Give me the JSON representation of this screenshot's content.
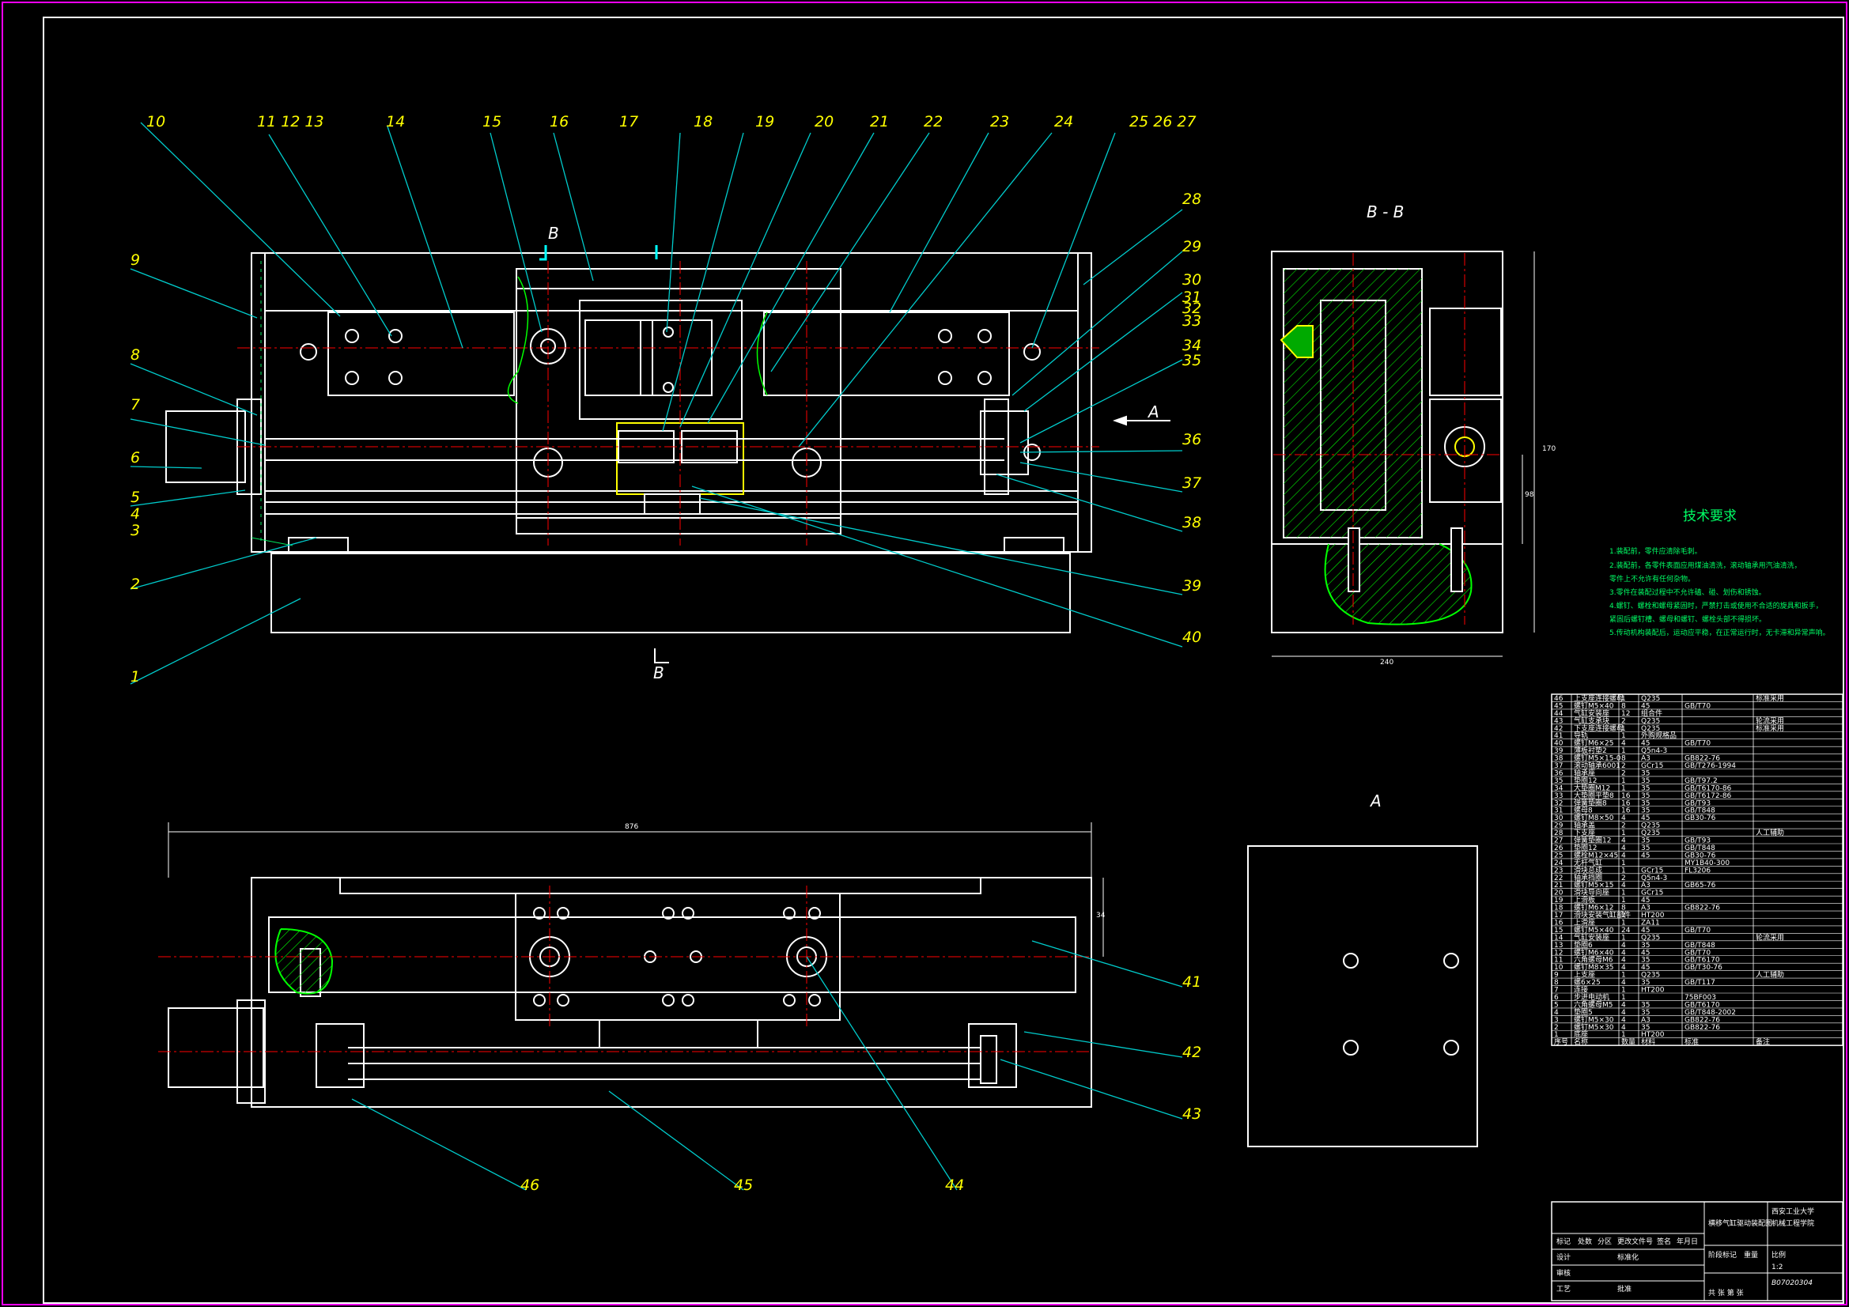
{
  "drawing": {
    "section_label": "B - B",
    "view_a_label": "A",
    "arrow_a": "A",
    "section_b_top": "B",
    "section_b_bottom": "B",
    "tech_title": "技术要求",
    "tech_notes": [
      "1.装配前，零件应清除毛刺。",
      "2.装配前，各零件表面应用煤油清洗，滚动轴承用汽油清洗，",
      "  零件上不允许有任何杂物。",
      "3.零件在装配过程中不允许磕、碰、划伤和锈蚀。",
      "4.螺钉、螺栓和螺母紧固时，严禁打击或使用不合适的旋具和扳手，",
      "  紧固后螺钉槽、螺母和螺钉、螺栓头部不得损坏。",
      "5.传动机构装配后，运动应平稳，在正常运行时，无卡滞和异常声响。"
    ],
    "balloons": [
      "1",
      "2",
      "3",
      "4",
      "5",
      "6",
      "7",
      "8",
      "9",
      "10",
      "11 12 13",
      "14",
      "15",
      "16",
      "17",
      "18",
      "19",
      "20",
      "21",
      "22",
      "23",
      "24",
      "25 26 27",
      "28",
      "29",
      "30",
      "31",
      "32",
      "33",
      "34",
      "35",
      "36",
      "37",
      "38",
      "39",
      "40",
      "41",
      "42",
      "43",
      "44",
      "45",
      "46"
    ],
    "dimension_top": "876",
    "dimension_side": "34",
    "dimension_bb_w": "240",
    "dimension_bb_h1": "170",
    "dimension_bb_h2": "98"
  },
  "bom": [
    [
      "46",
      "上支座连接螺母",
      "1",
      "Q235",
      "",
      "标准采用"
    ],
    [
      "45",
      "螺钉M5×40",
      "8",
      "45",
      "GB/T70",
      ""
    ],
    [
      "44",
      "气缸安装座",
      "12",
      "组合件",
      "",
      ""
    ],
    [
      "43",
      "气缸支承块",
      "2",
      "Q235",
      "",
      "轮流采用"
    ],
    [
      "42",
      "下支座连接螺母",
      "1",
      "Q235",
      "",
      "标准采用"
    ],
    [
      "41",
      "导轨",
      "1",
      "外购规格品",
      "",
      ""
    ],
    [
      "40",
      "螺钉M6×25",
      "4",
      "45",
      "GB/T70",
      ""
    ],
    [
      "39",
      "薄板衬垫2",
      "1",
      "Q5n4-3",
      "",
      ""
    ],
    [
      "38",
      "螺钉M5×15-0",
      "8",
      "A3",
      "GB822-76",
      ""
    ],
    [
      "37",
      "滚动轴承6001",
      "2",
      "GCr15",
      "GB/T276-1994",
      ""
    ],
    [
      "36",
      "轴承座",
      "2",
      "35",
      "",
      ""
    ],
    [
      "35",
      "垫圈12",
      "1",
      "35",
      "GB/T97.2",
      ""
    ],
    [
      "34",
      "大垫圈M12",
      "1",
      "35",
      "GB/T6170-86",
      ""
    ],
    [
      "33",
      "大垫圈平垫8",
      "16",
      "35",
      "GB/T6172-86",
      ""
    ],
    [
      "32",
      "弹簧垫圈8",
      "16",
      "35",
      "GB/T93",
      ""
    ],
    [
      "31",
      "螺母8",
      "16",
      "35",
      "GB/T848",
      ""
    ],
    [
      "30",
      "螺钉M8×50",
      "4",
      "45",
      "GB30-76",
      ""
    ],
    [
      "29",
      "轴承盖",
      "2",
      "Q235",
      "",
      ""
    ],
    [
      "28",
      "下支座",
      "1",
      "Q235",
      "",
      "人工辅助"
    ],
    [
      "27",
      "弹簧垫圈12",
      "4",
      "35",
      "GB/T93",
      ""
    ],
    [
      "26",
      "垫圈12",
      "4",
      "35",
      "GB/T848",
      ""
    ],
    [
      "25",
      "螺栓M12×45",
      "4",
      "45",
      "GB30-76",
      ""
    ],
    [
      "24",
      "无杆气缸",
      "1",
      "",
      "MY1B40-300",
      ""
    ],
    [
      "23",
      "滑块总成",
      "1",
      "GCr15",
      "FL3206",
      ""
    ],
    [
      "22",
      "轴承挡圈",
      "2",
      "Q5n4-3",
      "",
      ""
    ],
    [
      "21",
      "螺钉M5×15",
      "4",
      "A3",
      "GB65-76",
      ""
    ],
    [
      "20",
      "滑块导向座",
      "1",
      "GCr15",
      "",
      ""
    ],
    [
      "19",
      "上滑板",
      "1",
      "45",
      "",
      ""
    ],
    [
      "18",
      "螺钉M6×12",
      "8",
      "A3",
      "GB822-76",
      ""
    ],
    [
      "17",
      "滑块安装气缸部件",
      "1",
      "HT200",
      "",
      ""
    ],
    [
      "16",
      "上滑座",
      "1",
      "ZA11",
      "",
      ""
    ],
    [
      "15",
      "螺钉M5×40",
      "24",
      "45",
      "GB/T70",
      ""
    ],
    [
      "14",
      "气缸安装座",
      "1",
      "Q235",
      "",
      "轮流采用"
    ],
    [
      "13",
      "垫圈6",
      "4",
      "35",
      "GB/T848",
      ""
    ],
    [
      "12",
      "螺钉M6×40",
      "4",
      "45",
      "GB/T70",
      ""
    ],
    [
      "11",
      "六角螺母M6",
      "4",
      "35",
      "GB/T6170",
      ""
    ],
    [
      "10",
      "螺钉M8×35",
      "4",
      "45",
      "GB/T30-76",
      ""
    ],
    [
      "9",
      "上支座",
      "1",
      "Q235",
      "",
      "人工辅助"
    ],
    [
      "8",
      "螺6×25",
      "4",
      "35",
      "GB/T117",
      ""
    ],
    [
      "7",
      "连接",
      "1",
      "HT200",
      "",
      ""
    ],
    [
      "6",
      "步进电动机",
      "1",
      "",
      "75BF003",
      ""
    ],
    [
      "5",
      "六角螺母M5",
      "4",
      "35",
      "GB/T6170",
      ""
    ],
    [
      "4",
      "垫圈5",
      "4",
      "35",
      "GB/T848-2002",
      ""
    ],
    [
      "3",
      "螺钉M5×30",
      "4",
      "A3",
      "GB822-76",
      ""
    ],
    [
      "2",
      "螺钉M5×30",
      "4",
      "35",
      "GB822-76",
      ""
    ],
    [
      "1",
      "底座",
      "1",
      "HT200",
      "",
      ""
    ]
  ],
  "bom_header": [
    "序号",
    "名称",
    "数量",
    "材料",
    "标准",
    "备注"
  ],
  "title_block": {
    "school": "西安工业大学",
    "dept": "机械工程学院",
    "title": "横移气缸驱动装配图",
    "drawing_no": "B07020304",
    "scale": "1:2",
    "scale_label": "比例",
    "mass_label": "重量",
    "sheet_label": "共 张 第 张",
    "stage_label": "阶段标记",
    "rows": [
      "标记",
      "处数",
      "分区",
      "更改文件号",
      "签名",
      "年月日"
    ],
    "designer": "设计",
    "checker": "审核",
    "approver": "批准",
    "process": "工艺",
    "standard": "标准化"
  }
}
